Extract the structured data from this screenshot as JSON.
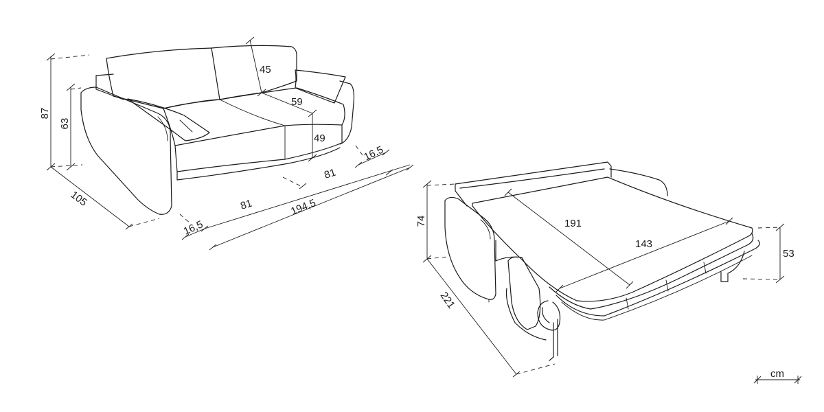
{
  "sofa": {
    "height_total": "87",
    "height_arm": "63",
    "depth": "105",
    "back_cushion": "45",
    "seat_depth": "59",
    "seat_height": "49",
    "arm_width_right": "16,5",
    "seat_width_right": "81",
    "seat_width_left": "81",
    "arm_width_left": "16,5",
    "total_width": "194,5"
  },
  "bed": {
    "height": "74",
    "length_total": "221",
    "mattress_length": "191",
    "mattress_width": "143",
    "mattress_height": "53"
  },
  "unit": {
    "label": "cm"
  }
}
